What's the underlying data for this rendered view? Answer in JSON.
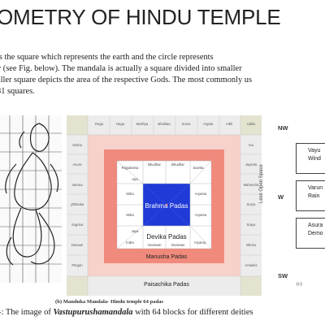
{
  "title": "OMETRY OF HINDU TEMPLE",
  "paragraph": [
    "is the square which represents the earth and the circle represents",
    "y (see Fig. below). The mandala is actually a square divided into smaller",
    "aller square depicts the area of the respective Gods. The most commonly us",
    "81 squares."
  ],
  "mandala": {
    "top_row": [
      "Roga",
      "Naga",
      "Mukhya",
      "Bhallata",
      "Soma",
      "Argala",
      "Aditi",
      "Udita"
    ],
    "left_col": [
      "Sosha",
      "Asura",
      "Varuna",
      "yDhsaka",
      "Sugriva",
      "Dauvari",
      "Pitrgan"
    ],
    "right_col": [
      "Isa",
      "Jayanta",
      "Mahendra",
      "Surya",
      "Satya",
      "Bhrisa",
      "Antariks"
    ],
    "inner_top": [
      "Bhudhar",
      "Bhudhar"
    ],
    "inner_corners": [
      "Rajyaksma",
      "Apa",
      "Savitra",
      "Indra",
      "Jaya",
      "Aryama"
    ],
    "inner_left": [
      "Mitra",
      "Mitra"
    ],
    "inner_right": [
      "Aryama",
      "Aryama"
    ],
    "inner_bottom": [
      "Vivasvan",
      "Vivasvan"
    ],
    "center": "Brahma Padas",
    "devika": "Devika Padas",
    "manusha": "Manusha Padas",
    "paisachika": "Paisachika Padas"
  },
  "caption_b": "(b)   Manduka Mandala- Hindu temple 64 padas",
  "caption_prefix": "-: The image of ",
  "caption_italic": "Vastupurushamandala",
  "caption_suffix": " with 64 blocks for different deities",
  "right_figure": {
    "nw": "NW",
    "w": "W",
    "sw": "SW",
    "boxes": [
      [
        "Vayu",
        "Wind"
      ],
      [
        "Varun",
        "Rain"
      ],
      [
        "Asura",
        "Demo"
      ]
    ],
    "vertical_label": "Less Open Space",
    "fig_label": "(c)"
  },
  "colors": {
    "outer_ring": "#f6d2ca",
    "mid_ring": "#f08a7c",
    "inner_ring": "#ffffff",
    "center": "#1f3ad6",
    "corner_cell": "#e3e3d0",
    "grid_bg": "#ececec"
  }
}
